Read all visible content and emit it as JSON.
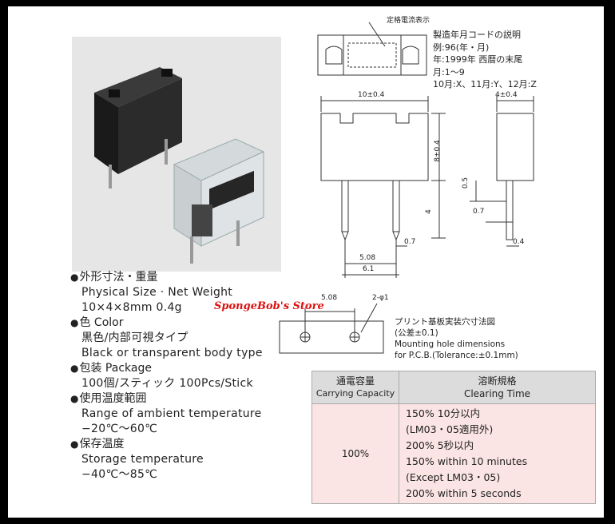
{
  "watermark": "SpongeBob's Store",
  "drawing_labels": {
    "rated_current_label": "定格電流表示",
    "date_code_lines": [
      "製造年月コードの説明",
      "例:96(年・月)",
      "年:1999年 西暦の末尾",
      "月:1〜9",
      "10月:X、11月:Y、12月:Z"
    ],
    "width_dim": "10±0.4",
    "depth_dim": "4±0.4",
    "height_dim": "8±0.4",
    "lead_dim": "4",
    "offset_dim": "0.5",
    "pin_dim_side": "0.7",
    "pin_thick_dim": "0.4",
    "pin_dim_front": "0.7",
    "pitch_dim": "5.08",
    "overall_dim": "6.1",
    "pcb_pitch_dim": "5.08",
    "hole_dim": "2-φ1",
    "pcb_note_lines": [
      "プリント基板実装穴寸法図",
      "(公差±0.1)",
      "Mounting hole dimensions",
      "for P.C.B.(Tolerance:±0.1mm)"
    ]
  },
  "specs": [
    {
      "heading": "外形寸法・重量",
      "lines": [
        "Physical Size · Net Weight",
        "10×4×8mm  0.4g"
      ]
    },
    {
      "heading": "色  Color",
      "lines": [
        "黒色/内部可視タイプ",
        "Black or transparent body type"
      ]
    },
    {
      "heading": "包装  Package",
      "lines": [
        "100個/スティック  100Pcs/Stick"
      ]
    },
    {
      "heading": "使用温度範囲",
      "lines": [
        "Range of ambient temperature",
        "−20℃〜60℃"
      ]
    },
    {
      "heading": "保存温度",
      "lines": [
        "Storage temperature",
        "−40℃〜85℃"
      ]
    }
  ],
  "table": {
    "col1_header": [
      "通電容量",
      "Carrying Capacity"
    ],
    "col2_header": [
      "溶断規格",
      "Clearing Time"
    ],
    "capacity_value": "100%",
    "clearing_lines": [
      "150% 10分以内",
      "(LM03・05適用外)",
      "200% 5秒以内",
      "150% within 10 minutes",
      "(Except LM03・05)",
      "200% within 5 seconds"
    ]
  }
}
